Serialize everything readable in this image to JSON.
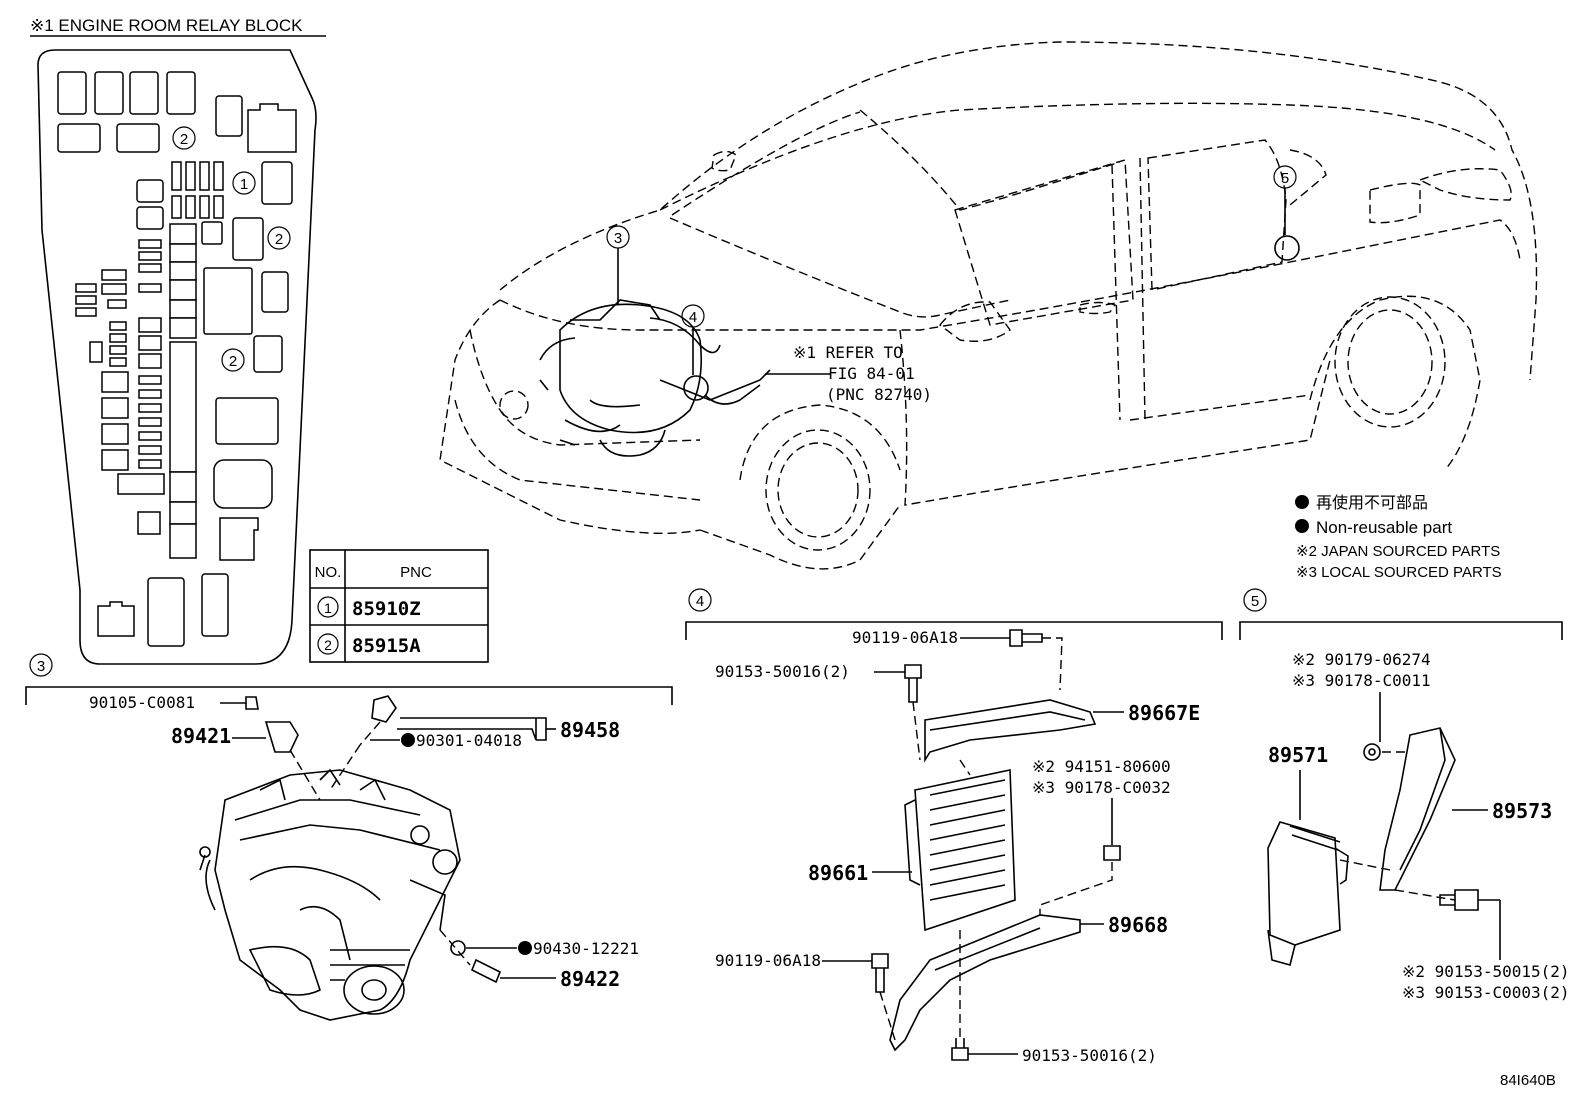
{
  "relay_block": {
    "title": "※1 ENGINE ROOM RELAY BLOCK",
    "callout_1": "1",
    "callout_2": "2"
  },
  "pnc_table": {
    "col_no": "NO.",
    "col_pnc": "PNC",
    "rows": [
      {
        "no": "1",
        "pnc": "85910Z"
      },
      {
        "no": "2",
        "pnc": "85915A"
      }
    ]
  },
  "vehicle": {
    "callouts": [
      "3",
      "4",
      "5"
    ],
    "refer_line1": "※1 REFER TO",
    "refer_line2": "FIG 84-01",
    "refer_line3": "(PNC 82740)"
  },
  "legend": {
    "jp": "再使用不可部品",
    "en": "Non-reusable part",
    "note2": "※2 JAPAN SOURCED PARTS",
    "note3": "※3 LOCAL SOURCED PARTS"
  },
  "section3": {
    "number": "3",
    "parts": {
      "p90105": "90105-C0081",
      "p89421": "89421",
      "p89458": "89458",
      "p90301": "90301-04018",
      "p90430": "90430-12221",
      "p89422": "89422"
    }
  },
  "section4": {
    "number": "4",
    "parts": {
      "p90119a": "90119-06A18",
      "p90153a": "90153-50016(2)",
      "p89667e": "89667E",
      "p94151": "※2 94151-80600",
      "p90178": "※3 90178-C0032",
      "p89661": "89661",
      "p89668": "89668",
      "p90119b": "90119-06A18",
      "p90153b": "90153-50016(2)"
    }
  },
  "section5": {
    "number": "5",
    "parts": {
      "p90179": "※2 90179-06274",
      "p90178c": "※3 90178-C0011",
      "p89571": "89571",
      "p89573": "89573",
      "p90153c": "※2 90153-50015(2)",
      "p90153d": "※3 90153-C0003(2)"
    }
  },
  "figure_code": "84I640B"
}
